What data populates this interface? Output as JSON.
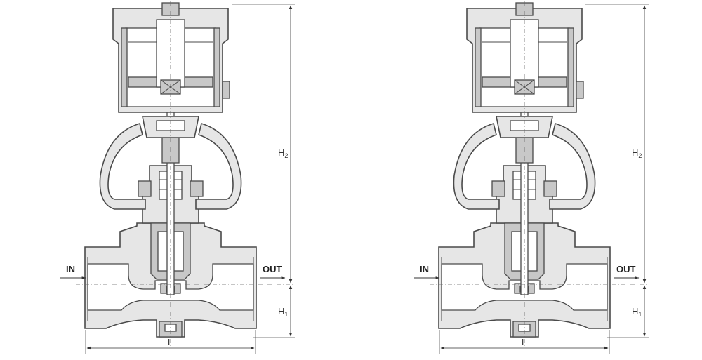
{
  "views": [
    {
      "id": "left",
      "inlet_label": "IN",
      "outlet_label": "OUT",
      "dim_length": "L",
      "dim_h1_main": "H",
      "dim_h1_sub": "1",
      "dim_h2_main": "H",
      "dim_h2_sub": "2"
    },
    {
      "id": "right",
      "inlet_label": "IN",
      "outlet_label": "OUT",
      "dim_length": "L",
      "dim_h1_main": "H",
      "dim_h1_sub": "1",
      "dim_h2_main": "H",
      "dim_h2_sub": "2"
    }
  ],
  "colors": {
    "body_fill": "#e6e6e6",
    "line": "#4a4a4a",
    "background": "#ffffff"
  }
}
